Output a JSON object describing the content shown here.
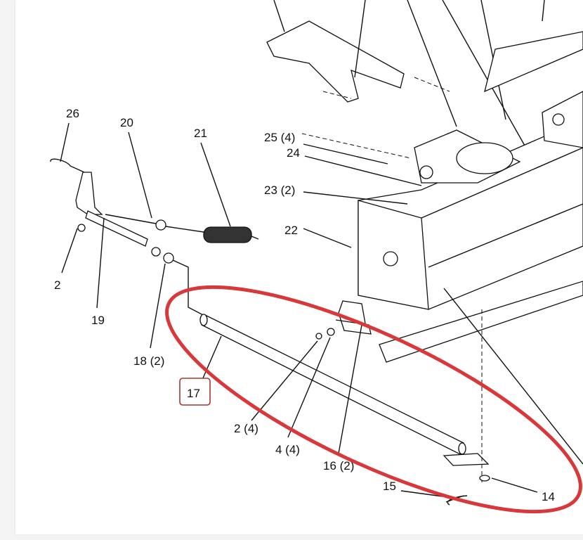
{
  "diagram": {
    "labels": {
      "l26": "26",
      "l20": "20",
      "l21": "21",
      "l25": "25 (4)",
      "l24": "24",
      "l23": "23 (2)",
      "l22": "22",
      "l2": "2",
      "l19": "19",
      "l18": "18 (2)",
      "l17": "17",
      "l2_4": "2 (4)",
      "l4_4": "4 (4)",
      "l16": "16 (2)",
      "l15": "15",
      "l14": "14"
    },
    "highlight": {
      "part": "17",
      "color": "#d9383a"
    }
  }
}
